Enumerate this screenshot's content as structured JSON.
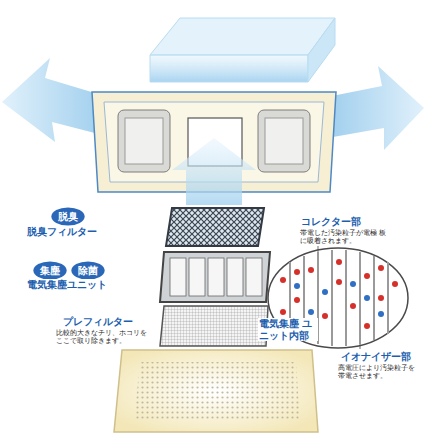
{
  "diagram": {
    "nodes": [
      {
        "text": [
          "脱臭"
        ]
      },
      {
        "text": [
          "集塵"
        ]
      },
      {
        "text": [
          "除菌"
        ]
      }
    ],
    "edges": [],
    "labels": [
      "脱臭フィルター",
      "電気集塵ユニット",
      "プレフィルター",
      "比較的大きなチリ、ホコリを ここで取り除きます。",
      "コレクター部",
      "帯電した汚染粒子が電極 板に吸着されます。",
      "電気集塵 ユニット内部",
      "イオナイザー部",
      "高電圧により汚染粒子を 帯電させます。"
    ]
  }
}
